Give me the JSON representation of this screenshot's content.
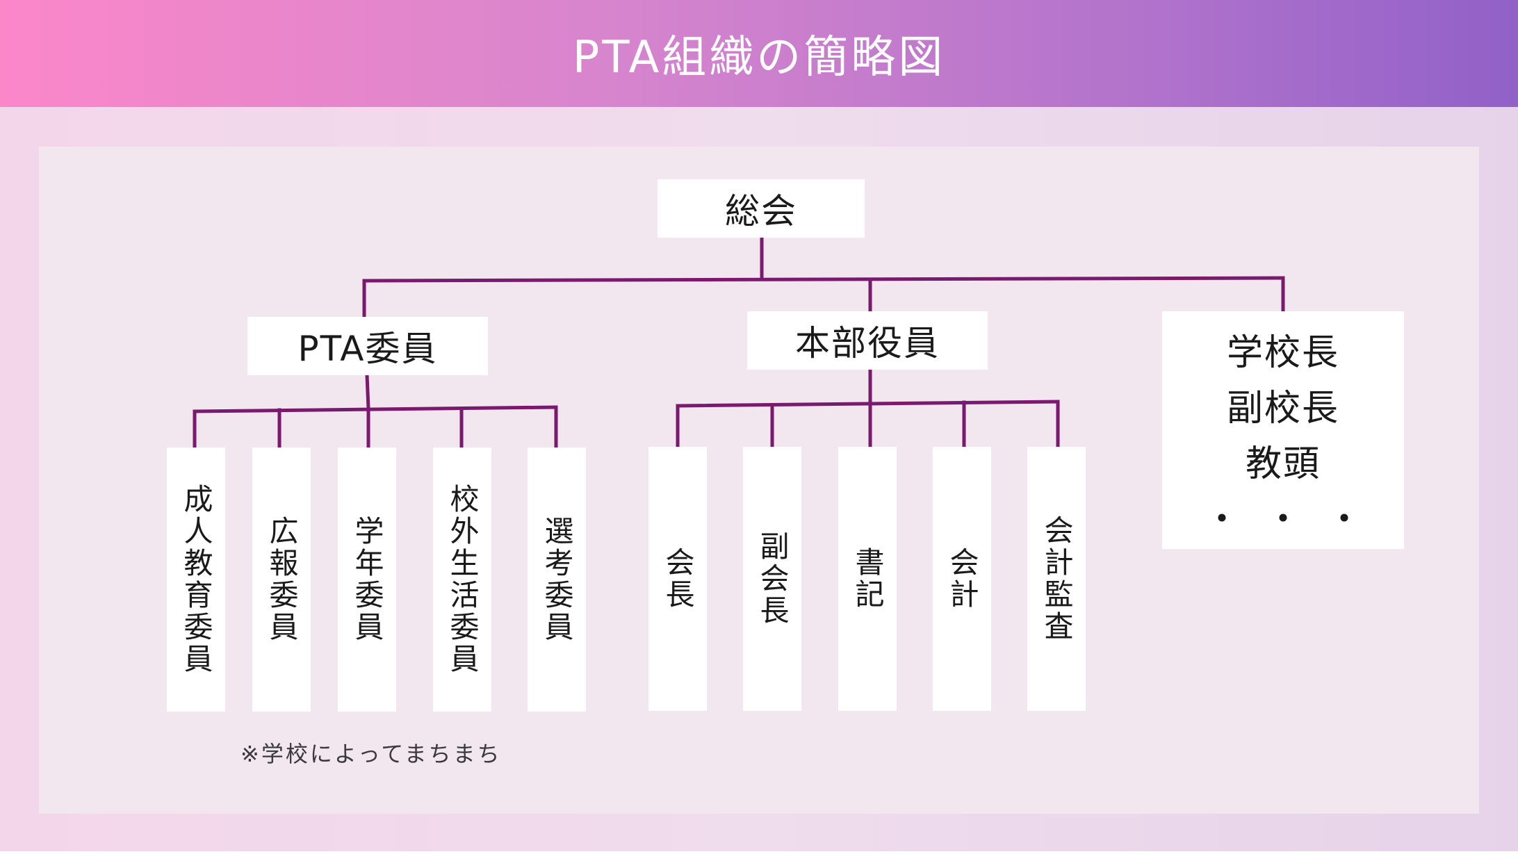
{
  "title": "PTA組織の簡略図",
  "root": {
    "label": "総会"
  },
  "branches": {
    "pta_committee": {
      "label": "PTA委員",
      "children": [
        "成人教育委員",
        "広報委員",
        "学年委員",
        "校外生活委員",
        "選考委員"
      ]
    },
    "executive": {
      "label": "本部役員",
      "children": [
        "会長",
        "副会長",
        "書記",
        "会計",
        "会計監査"
      ]
    },
    "school": {
      "lines": [
        "学校長",
        "副校長",
        "教頭",
        "・・・"
      ]
    }
  },
  "note": "※学校によってまちまち",
  "colors": {
    "connector": "#7a1a6e",
    "header_start": "#fb87c9",
    "header_end": "#9161c8",
    "panel": "#f2e6ef",
    "box": "#ffffff"
  }
}
